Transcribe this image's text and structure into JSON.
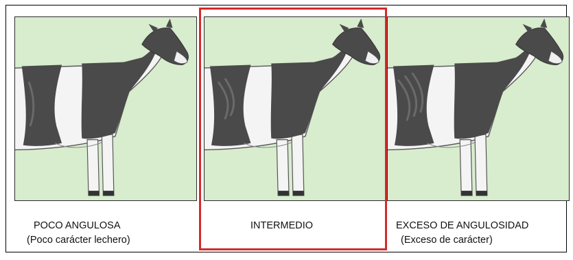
{
  "colors": {
    "background": "#d8ecce",
    "highlight": "#d42a2a",
    "patch": "#4a4a4a",
    "body": "#f4f4f4",
    "text": "#111111"
  },
  "panels": [
    {
      "icon": "cow-low-angularity-illustration",
      "caption_line1": "POCO ANGULOSA",
      "caption_line2": "(Poco carácter lechero)",
      "highlighted": false
    },
    {
      "icon": "cow-intermediate-illustration",
      "caption_line1": "INTERMEDIO",
      "caption_line2": "",
      "highlighted": true
    },
    {
      "icon": "cow-excess-angularity-illustration",
      "caption_line1": "EXCESO DE ANGULOSIDAD",
      "caption_line2": "(Exceso de carácter)",
      "highlighted": false
    }
  ]
}
